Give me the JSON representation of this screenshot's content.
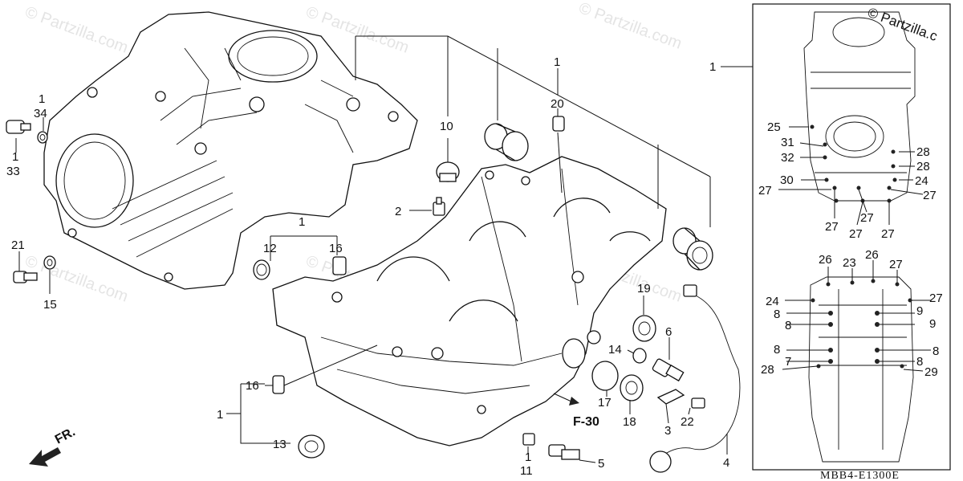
{
  "watermark_text": "© Partzilla.com",
  "brand_corner_text": "© Partzilla.c",
  "diagram_code": "MBB4-E1300E",
  "ref_label": "F-30",
  "fr_label": "FR.",
  "callouts": {
    "c1_top_left": "1",
    "c34": "34",
    "c1_33": "1",
    "c33": "33",
    "c21": "21",
    "c15": "15",
    "c1_mid": "1",
    "c12": "12",
    "c16_top": "16",
    "c10": "10",
    "c2": "2",
    "c1_20": "1",
    "c20": "20",
    "c19": "19",
    "c6": "6",
    "c14": "14",
    "c17": "17",
    "c18": "18",
    "c3": "3",
    "c22": "22",
    "c4": "4",
    "c16_low": "16",
    "c1_left": "1",
    "c13": "13",
    "c1_11": "1",
    "c11": "11",
    "c5": "5",
    "c1_right": "1",
    "r25": "25",
    "r31": "31",
    "r32": "32",
    "r28a": "28",
    "r28b": "28",
    "r30": "30",
    "r24a": "24",
    "r27a": "27",
    "r27b": "27",
    "r27c": "27",
    "r27d": "27",
    "r27e": "27",
    "r27f": "27",
    "r26a": "26",
    "r23": "23",
    "r26b": "26",
    "r27g": "27",
    "r24b": "24",
    "r27h": "27",
    "r8a": "8",
    "r9a": "9",
    "r8b": "8",
    "r9b": "9",
    "r8c": "8",
    "r8d": "8",
    "r7": "7",
    "r8e": "8",
    "r28c": "28",
    "r29": "29"
  }
}
